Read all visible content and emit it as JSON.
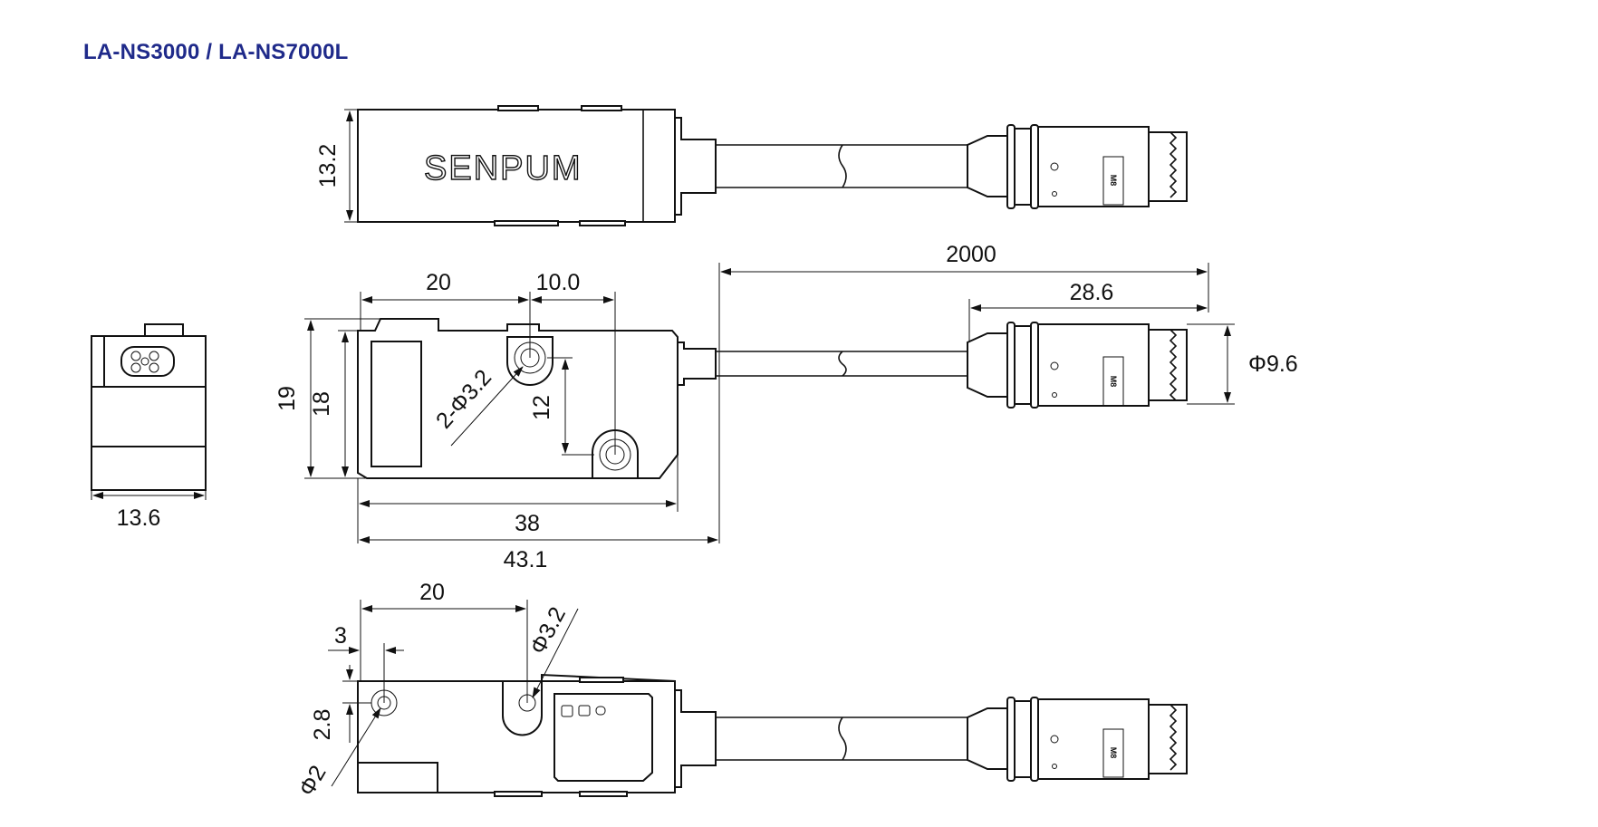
{
  "title": "LA-NS3000 / LA-NS7000L",
  "brand_logo": "SENPUM",
  "dimensions": {
    "top_height": "13.2",
    "hole_pos": "20",
    "hole_pitch": "10.0",
    "cable_length": "2000",
    "connector_length": "28.6",
    "connector_dia": "Φ9.6",
    "outer_height": "19",
    "inner_height": "18",
    "mount_holes": "2-Φ3.2",
    "hole_vpitch": "12",
    "end_width": "13.6",
    "body_length": "38",
    "overall_length": "43.1",
    "bottom_hole_pos": "20",
    "small_offset": "3",
    "small_vert": "2.8",
    "small_hole": "Φ2",
    "bottom_mount_hole": "Φ3.2"
  },
  "connector_marking": "M8"
}
